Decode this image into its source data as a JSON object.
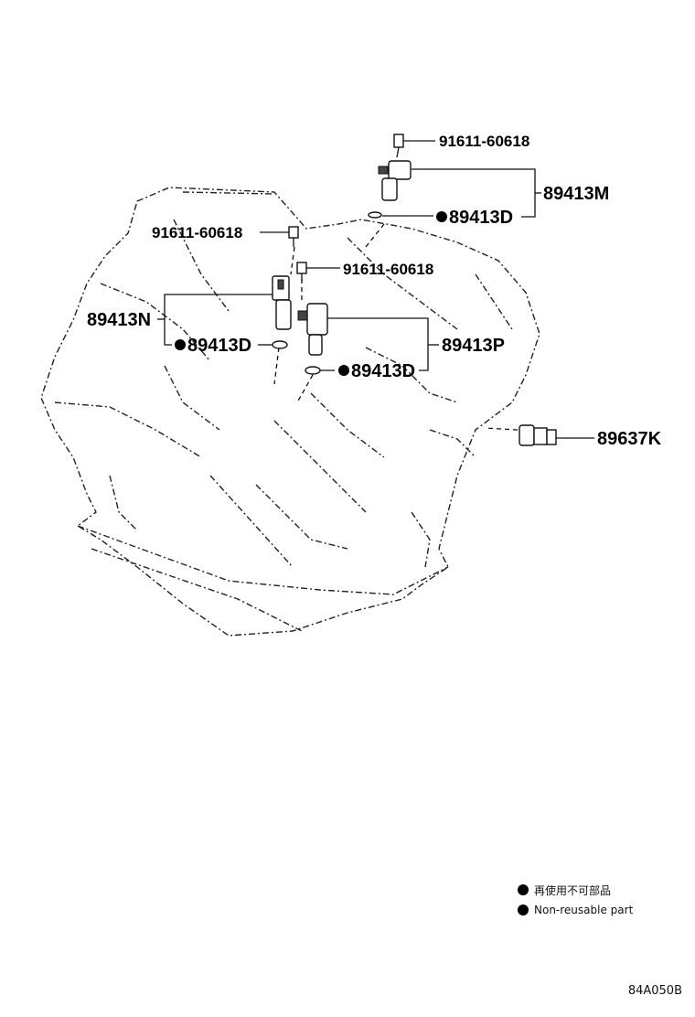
{
  "callouts": {
    "bolt_top": "91611-60618",
    "sensor_m": "89413M",
    "oring_m": "89413D",
    "bolt_left": "91611-60618",
    "bolt_mid": "91611-60618",
    "sensor_n": "89413N",
    "oring_n": "89413D",
    "sensor_p": "89413P",
    "oring_p": "89413D",
    "switch_k": "89637K"
  },
  "legend": {
    "line1": "再使用不可部品",
    "line2": "Non-reusable part"
  },
  "figure_code": "84A050B"
}
